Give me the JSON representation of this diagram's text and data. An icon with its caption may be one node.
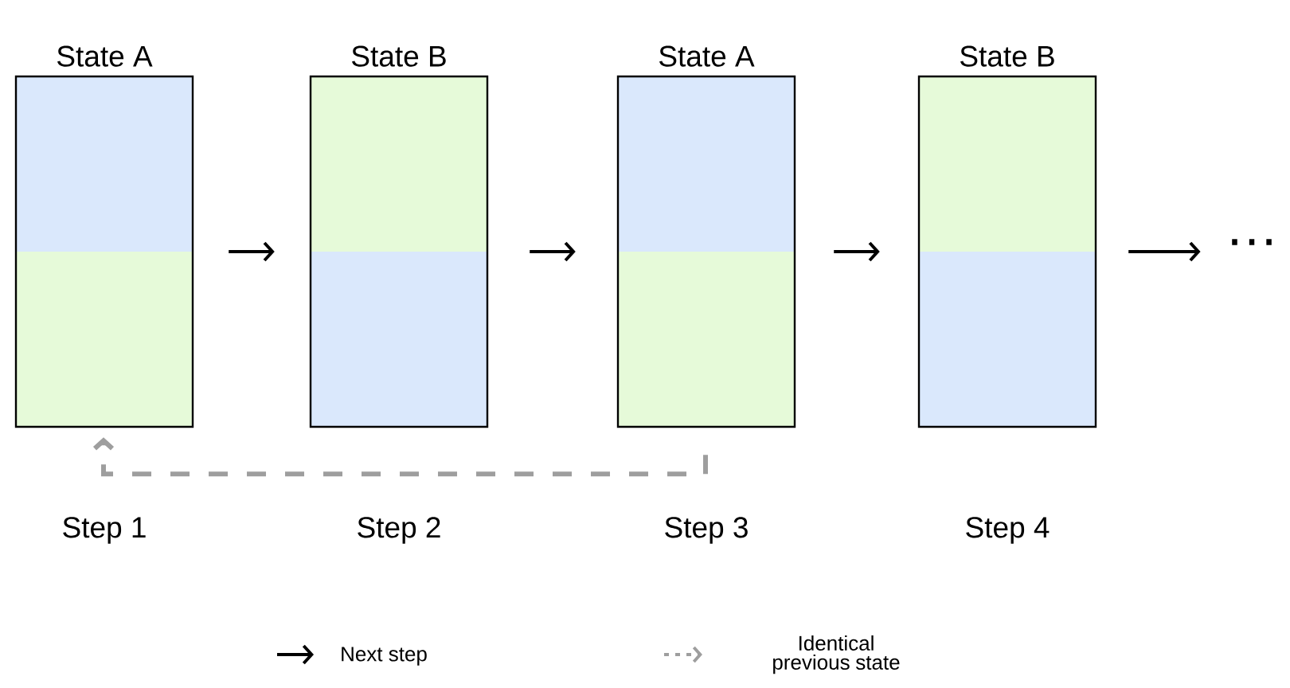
{
  "diagram": {
    "nodes": [
      {
        "text": [
          "State A"
        ],
        "beside": [
          "Step 1"
        ]
      },
      {
        "text": [
          "State B"
        ],
        "beside": [
          "Step 2"
        ]
      },
      {
        "text": [
          "State A"
        ],
        "beside": [
          "Step 3"
        ]
      },
      {
        "text": [
          "State B"
        ],
        "beside": [
          "Step 4"
        ]
      },
      {
        "text": [
          "…"
        ]
      }
    ],
    "edges": [
      {
        "from": 0,
        "to": 1,
        "arrow": "to"
      },
      {
        "from": 1,
        "to": 2,
        "arrow": "to"
      },
      {
        "from": 2,
        "to": 3,
        "arrow": "to"
      },
      {
        "from": 3,
        "to": 4,
        "arrow": "to"
      },
      {
        "from": 2,
        "to": 0,
        "arrow": "to",
        "style": "dashed",
        "color": "#9e9e9e"
      }
    ],
    "legend": [
      {
        "text": "Next step"
      },
      {
        "text": "Identical previous state"
      }
    ]
  }
}
